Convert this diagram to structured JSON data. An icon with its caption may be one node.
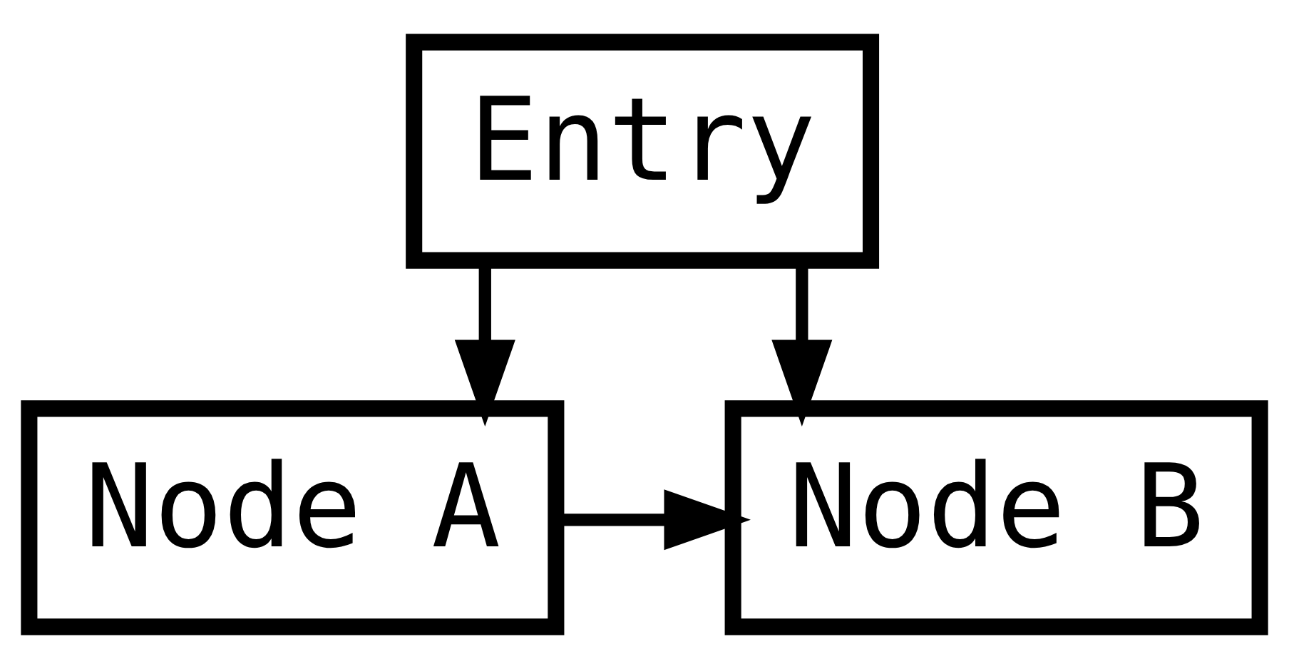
{
  "diagram": {
    "nodes": [
      {
        "text": [
          "Entry"
        ]
      },
      {
        "text": [
          "Node A"
        ]
      },
      {
        "text": [
          "Node B"
        ]
      }
    ],
    "edges": [
      {
        "from": 0,
        "to": 1,
        "arrow": "to"
      },
      {
        "from": 0,
        "to": 2,
        "arrow": "to"
      },
      {
        "from": 1,
        "to": 2,
        "arrow": "to"
      }
    ]
  }
}
